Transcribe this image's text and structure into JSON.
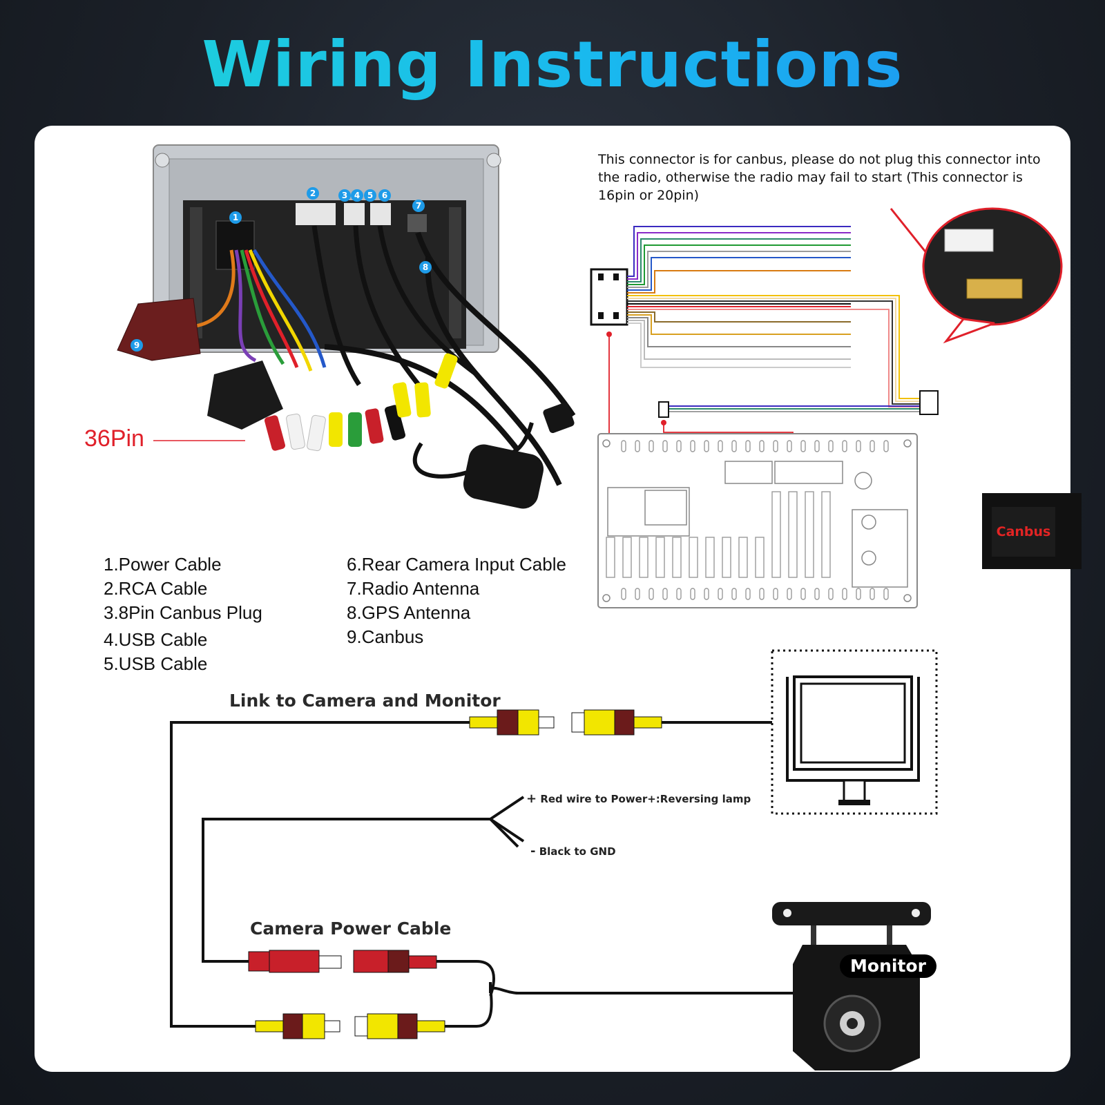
{
  "title": "Wiring Instructions",
  "connector_note": "This connector is for canbus, please do not plug this connector into the radio, otherwise the radio may fail to start (This connector is 16pin or 20pin)",
  "canbus_module_label": "Canbus",
  "harness_label": "36Pin",
  "callout_numbers": [
    "1",
    "2",
    "3",
    "4",
    "5",
    "6",
    "7",
    "8",
    "9"
  ],
  "legend_left": [
    "1.Power Cable",
    "2.RCA Cable",
    "3.8Pin Canbus Plug",
    "4.USB Cable",
    "5.USB Cable"
  ],
  "legend_right": [
    "6.Rear Camera Input Cable",
    "7.Radio Antenna",
    "8.GPS Antenna",
    "9.Canbus"
  ],
  "camera_link_label": "Link to Camera and Monitor",
  "red_wire_label": "Red wire to Power+:Reversing lamp",
  "black_wire_label": "Black to GND",
  "plus_sign": "+",
  "minus_sign": "-",
  "camera_power_label": "Camera Power Cable",
  "monitor_label": "Monitor",
  "colors": {
    "title_gradient": [
      "#1fd6d6",
      "#1e8ff2"
    ],
    "accent_red": "#e0202a",
    "callout_blue": "#1e9be8",
    "rca_yellow": "#f2e600",
    "rca_red": "#c8202a",
    "rca_brown": "#6b1b1b"
  }
}
